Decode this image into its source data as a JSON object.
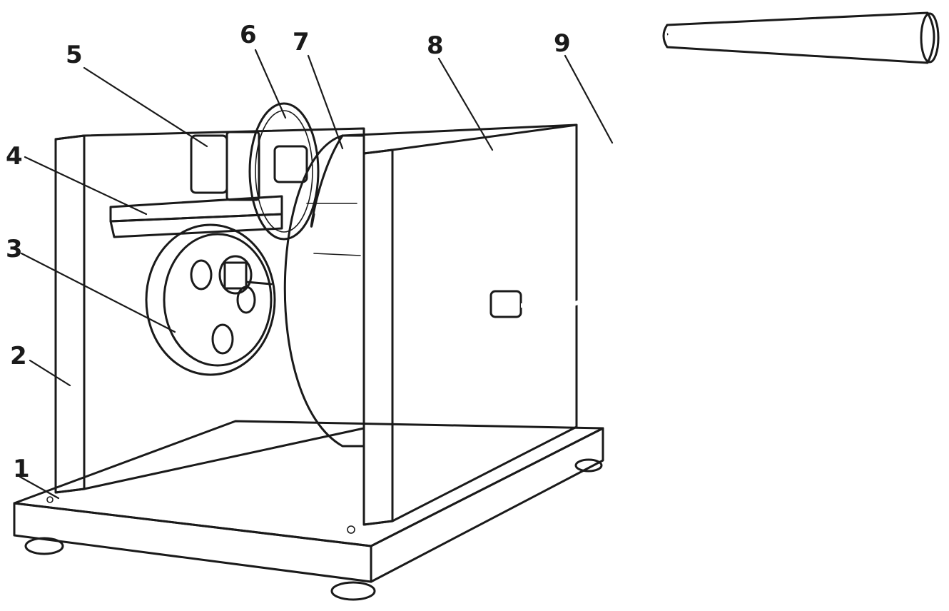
{
  "labels": [
    {
      "id": "base-board",
      "text": "1"
    },
    {
      "id": "side-wall-left",
      "text": "2"
    },
    {
      "id": "large-gear",
      "text": "3"
    },
    {
      "id": "cross-bar",
      "text": "4"
    },
    {
      "id": "pinion-gear",
      "text": "5"
    },
    {
      "id": "ratchet-wheel",
      "text": "6"
    },
    {
      "id": "drum-pulley",
      "text": "7"
    },
    {
      "id": "side-wall-right",
      "text": "8"
    },
    {
      "id": "crank-handle",
      "text": "9"
    }
  ],
  "colors": {
    "ink": "#1a1a1a",
    "paper": "#ffffff",
    "handle_grip": "#2a2a2a"
  }
}
